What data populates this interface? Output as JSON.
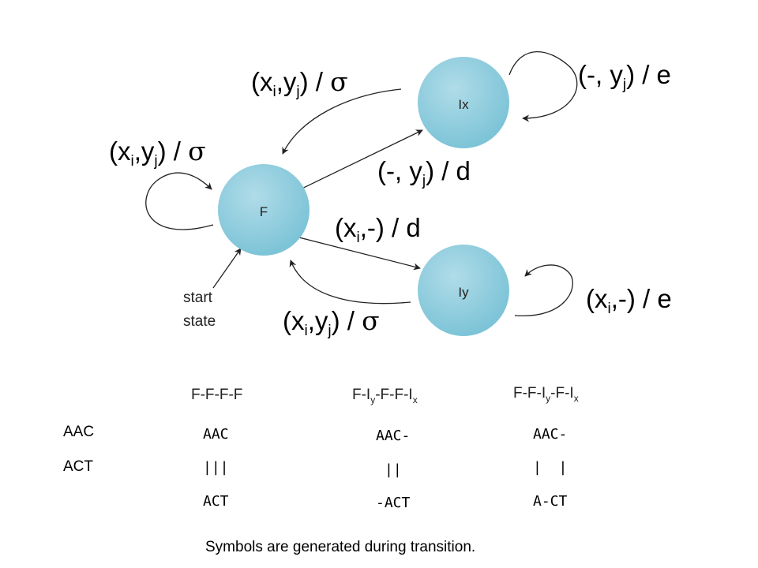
{
  "nodes": {
    "F": "F",
    "Ix": "Ix",
    "Iy": "Iy"
  },
  "start_label": [
    "start",
    "state"
  ],
  "edges": {
    "ix_self": {
      "pre": "(-, y",
      "sub": "j",
      "post": ") / e"
    },
    "ix_to_f": {
      "pre1": "(x",
      "sub1": "i",
      "mid": ",y",
      "sub2": "j",
      "post": ") / ",
      "sym": "σ"
    },
    "f_self": {
      "pre1": "(x",
      "sub1": "i",
      "mid": ",y",
      "sub2": "j",
      "post": ") / ",
      "sym": "σ"
    },
    "f_to_ix": {
      "pre": "(-, y",
      "sub": "j",
      "post": ") / d"
    },
    "f_to_iy": {
      "pre": "(x",
      "sub": "i",
      "post": ",-) / d"
    },
    "iy_self": {
      "pre": "(x",
      "sub": "i",
      "post": ",-) / e"
    },
    "iy_to_f": {
      "pre1": "(x",
      "sub1": "i",
      "mid": ",y",
      "sub2": "j",
      "post": ") / ",
      "sym": "σ"
    }
  },
  "sequences": {
    "seq1": "AAC",
    "seq2": "ACT"
  },
  "alignments": [
    {
      "title": {
        "text": "F-F-F-F"
      },
      "top": "AAC",
      "bars": "|||",
      "bottom": "ACT"
    },
    {
      "title": {
        "a": "F-I",
        "s1": "y",
        "b": "-F-F-I",
        "s2": "x"
      },
      "top": "AAC-",
      "bars": "||",
      "bottom": "-ACT"
    },
    {
      "title": {
        "a": "F-F-I",
        "s1": "y",
        "b": "-F-I",
        "s2": "x"
      },
      "top": "AAC-",
      "bars": "|  |",
      "bottom": "A-CT"
    }
  ],
  "caption": "Symbols are generated during transition."
}
